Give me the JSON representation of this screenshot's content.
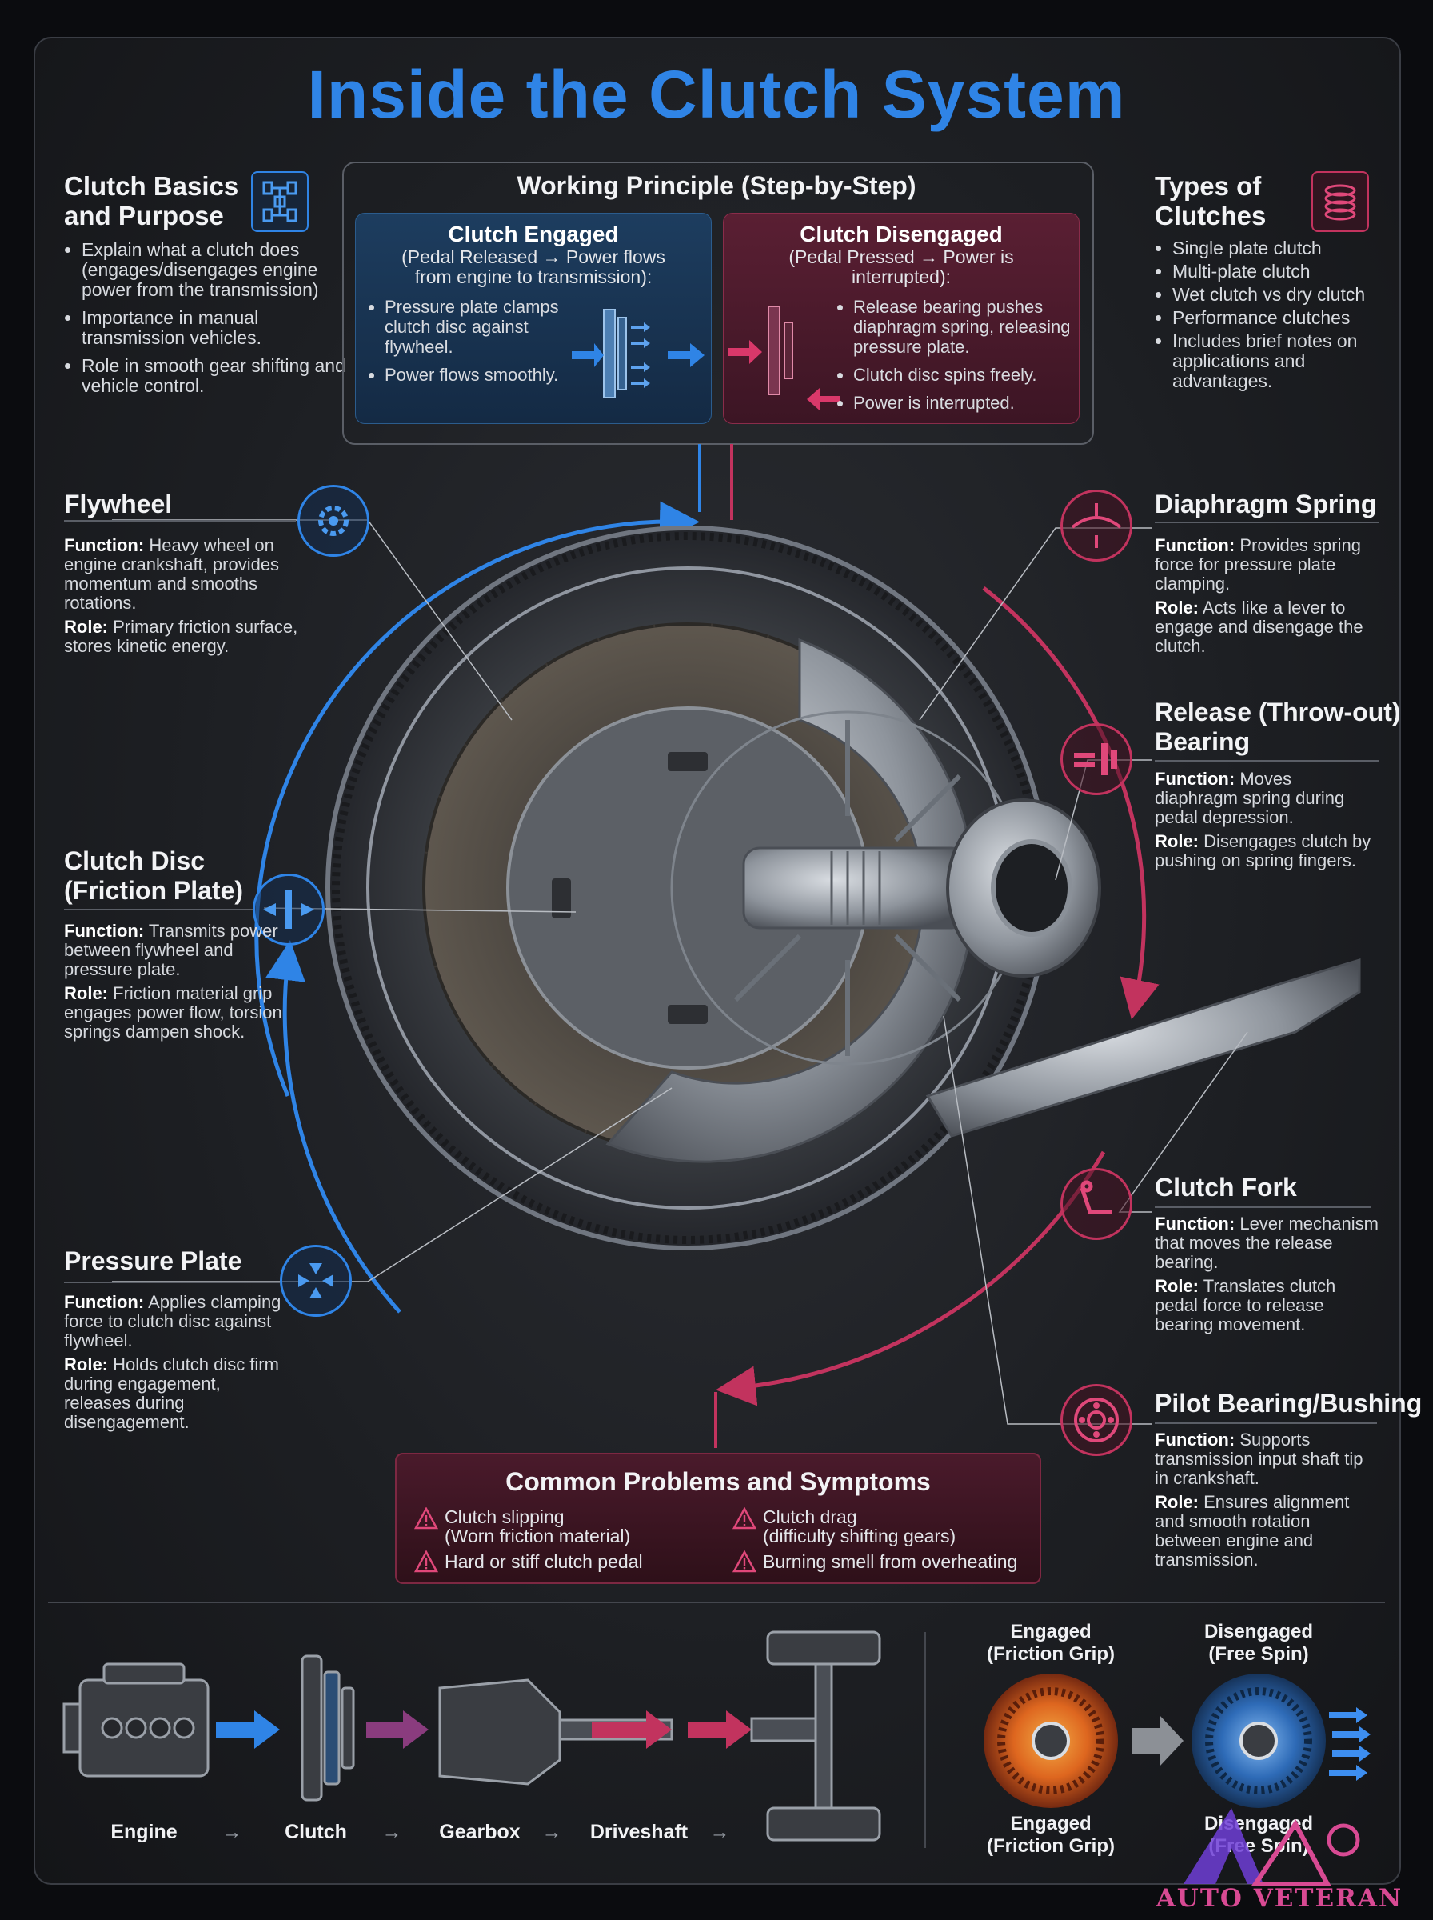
{
  "title": "Inside the Clutch System",
  "basics": {
    "title_l1": "Clutch Basics",
    "title_l2": "and Purpose",
    "icon": "drivetrain-icon",
    "items": [
      "Explain what a clutch does (engages/disengages engine power from the transmission)",
      "Importance in manual transmission vehicles.",
      "Role in smooth gear shifting and vehicle control."
    ]
  },
  "working": {
    "title": "Working Principle (Step-by-Step)",
    "engaged": {
      "title": "Clutch Engaged",
      "subtitle": "(Pedal Released → Power flows from engine to transmission):",
      "items": [
        "Pressure plate clamps clutch disc against flywheel.",
        "Power flows smoothly."
      ]
    },
    "disengaged": {
      "title": "Clutch Disengaged",
      "subtitle": "(Pedal Pressed → Power is interrupted):",
      "items": [
        "Release bearing pushes diaphragm spring, releasing pressure plate.",
        "Clutch disc spins freely.",
        "Power is interrupted."
      ]
    }
  },
  "types": {
    "title_l1": "Types of",
    "title_l2": "Clutches",
    "icon": "clutch-pack-icon",
    "items": [
      "Single plate clutch",
      "Multi-plate clutch",
      "Wet clutch vs dry clutch",
      "Performance clutches",
      "Includes brief notes on applications and advantages."
    ]
  },
  "components": {
    "flywheel": {
      "title": "Flywheel",
      "icon": "gear-icon",
      "function": "Heavy wheel on engine crankshaft, provides momentum and smooths rotations.",
      "role": "Primary friction surface, stores kinetic energy."
    },
    "disc": {
      "title_l1": "Clutch Disc",
      "title_l2": "(Friction Plate)",
      "icon": "friction-disc-icon",
      "function": "Transmits power between flywheel and pressure plate.",
      "role": "Friction material grip engages power flow, torsion springs dampen shock."
    },
    "pressure": {
      "title": "Pressure Plate",
      "icon": "compress-arrows-icon",
      "function": "Applies clamping force to clutch disc against flywheel.",
      "role": "Holds clutch disc firm during engagement, releases during disengagement."
    },
    "diaphragm": {
      "title": "Diaphragm Spring",
      "icon": "spring-icon",
      "function": "Provides spring force for pressure plate clamping.",
      "role": "Acts like a lever to engage and disengage the clutch."
    },
    "release": {
      "title_l1": "Release (Throw-out)",
      "title_l2": "Bearing",
      "icon": "bearing-push-icon",
      "function": "Moves diaphragm spring during pedal depression.",
      "role": "Disengages clutch by pushing on spring fingers."
    },
    "fork": {
      "title": "Clutch Fork",
      "icon": "pedal-icon",
      "function": "Lever mechanism that moves the release bearing.",
      "role": "Translates clutch pedal force to release bearing movement."
    },
    "pilot": {
      "title": "Pilot Bearing/Bushing",
      "icon": "ball-bearing-icon",
      "function": "Supports transmission input shaft tip in crankshaft.",
      "role": "Ensures alignment and smooth rotation between engine and transmission."
    }
  },
  "labels": {
    "function": "Function:",
    "role": "Role:"
  },
  "problems": {
    "title": "Common Problems and Symptoms",
    "items": [
      "Clutch slipping",
      "(Worn friction material)",
      "Hard or stiff clutch pedal",
      "Clutch drag",
      "(difficulty shifting gears)",
      "Burning smell from overheating"
    ]
  },
  "flow": {
    "items": [
      "Engine",
      "Clutch",
      "Gearbox",
      "Driveshaft"
    ],
    "arrow": "→"
  },
  "discs": {
    "engaged_l1": "Engaged",
    "engaged_l2": "(Friction Grip)",
    "disengaged_l1": "Disengaged",
    "disengaged_l2": "(Free Spin)"
  },
  "logo": "AUTO VETERAN",
  "colors": {
    "accent_blue": "#2f84e6",
    "accent_red": "#c2335e",
    "panel": "#1d1f23"
  }
}
